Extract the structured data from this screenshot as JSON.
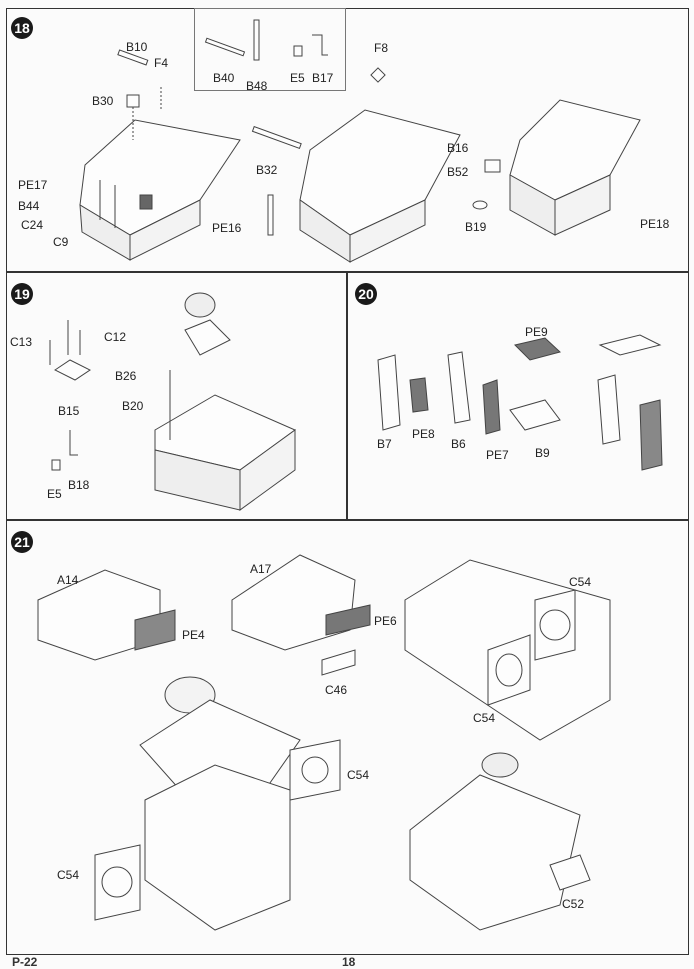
{
  "steps": [
    {
      "number": "18",
      "labels": [
        "B10",
        "F4",
        "B30",
        "PE17",
        "B44",
        "C24",
        "C9",
        "PE16",
        "B40",
        "B48",
        "E5",
        "B17",
        "B32",
        "F8",
        "B16",
        "B52",
        "B19",
        "PE18"
      ]
    },
    {
      "number": "19",
      "labels": [
        "C13",
        "C12",
        "B15",
        "B18",
        "E5",
        "B26",
        "B20"
      ]
    },
    {
      "number": "20",
      "labels": [
        "PE9",
        "B7",
        "PE8",
        "B6",
        "PE7",
        "B9"
      ]
    },
    {
      "number": "21",
      "labels": [
        "A14",
        "PE4",
        "A17",
        "PE6",
        "C46",
        "C54",
        "C54",
        "C54",
        "C54",
        "C52"
      ]
    }
  ],
  "footer": {
    "page_code": "P-22",
    "page_number": "18"
  }
}
